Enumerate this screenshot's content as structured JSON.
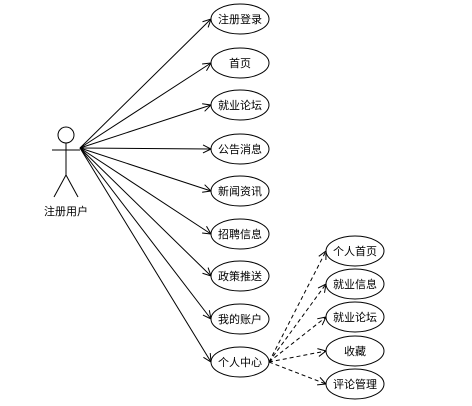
{
  "actor": {
    "name": "注册用户"
  },
  "use_cases": [
    {
      "id": "register-login",
      "label": "注册登录"
    },
    {
      "id": "home",
      "label": "首页"
    },
    {
      "id": "forum",
      "label": "就业论坛"
    },
    {
      "id": "announcement",
      "label": "公告消息"
    },
    {
      "id": "news",
      "label": "新闻资讯"
    },
    {
      "id": "recruitment",
      "label": "招聘信息"
    },
    {
      "id": "policy",
      "label": "政策推送"
    },
    {
      "id": "account",
      "label": "我的账户"
    },
    {
      "id": "personal-center",
      "label": "个人中心"
    }
  ],
  "sub_use_cases": [
    {
      "id": "personal-home",
      "label": "个人首页"
    },
    {
      "id": "job-info",
      "label": "就业信息"
    },
    {
      "id": "my-forum",
      "label": "就业论坛"
    },
    {
      "id": "favorites",
      "label": "收藏"
    },
    {
      "id": "comment-mgmt",
      "label": "评论管理"
    }
  ]
}
